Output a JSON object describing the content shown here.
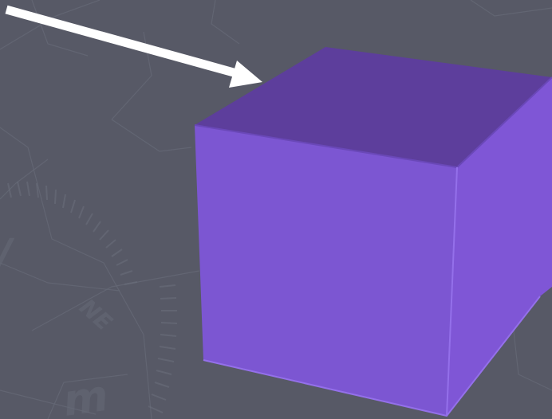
{
  "scene": {
    "background_color": "#575966",
    "cube": {
      "top_color": "#5d3e9c",
      "front_color": "#7c56d2",
      "right_color": "#7f56d6",
      "edge_highlight": "#9470ea"
    },
    "arrow": {
      "color": "#ffffff",
      "direction": "pointing-right-down-to-cube"
    },
    "background_map": {
      "style": "faint-compass-and-map-lines",
      "labels": [
        "NE",
        "m"
      ]
    }
  }
}
